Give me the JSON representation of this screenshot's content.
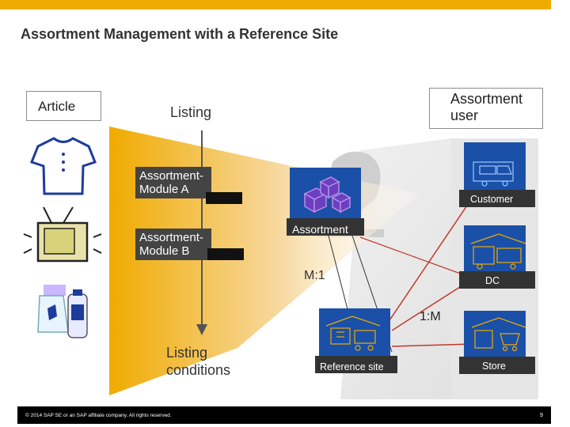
{
  "slide": {
    "title": "Assortment Management with a Reference Site",
    "colors": {
      "accent": "#f0ab00",
      "panel_blue": "#1a50a8",
      "connector": "#c0392b",
      "footer": "#000000"
    }
  },
  "left": {
    "article_label": "Article",
    "items": [
      {
        "icon": "tshirt-icon"
      },
      {
        "icon": "television-icon"
      },
      {
        "icon": "spray-bottle-icon"
      }
    ]
  },
  "center": {
    "listing_label": "Listing",
    "module_a_label": "Assortment-\nModule A",
    "module_b_label": "Assortment-\nModule B",
    "listing_conditions_label": "Listing\nconditions",
    "assortment_label": "Assortment",
    "m_to_1_label": "M:1",
    "reference_site_label": "Reference site"
  },
  "right": {
    "assortment_user_label": "Assortment\nuser",
    "one_to_m_label": "1:M",
    "sites": [
      {
        "label": "Customer",
        "icon": "truck-icon"
      },
      {
        "label": "DC",
        "icon": "warehouse-icon"
      },
      {
        "label": "Store",
        "icon": "store-cart-icon"
      }
    ]
  },
  "footer": {
    "copyright": "© 2014 SAP SE or an SAP affiliate company. All rights reserved.",
    "page_number": "9"
  }
}
